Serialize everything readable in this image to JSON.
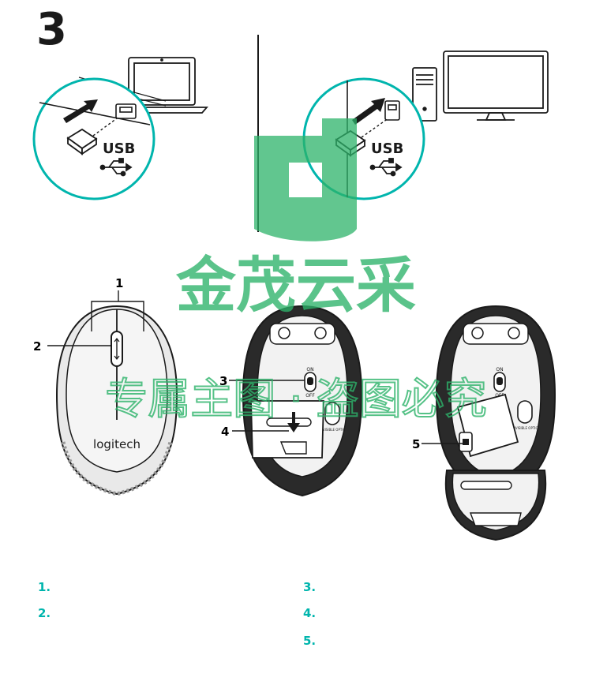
{
  "step_number": "3",
  "usb_label": "USB",
  "brand_logo": "logitech",
  "switch_on": "ON",
  "switch_off": "OFF",
  "sensor_text": "INVISIBLE OPTIC",
  "callouts": [
    "1",
    "2",
    "3",
    "4",
    "5"
  ],
  "legend": [
    {
      "num": "1.",
      "text": ""
    },
    {
      "num": "2.",
      "text": ""
    },
    {
      "num": "3.",
      "text": ""
    },
    {
      "num": "4.",
      "text": ""
    },
    {
      "num": "5.",
      "text": ""
    }
  ],
  "watermark": {
    "line1": "金茂云采",
    "line2": "专属主图 · 盗图必究"
  },
  "colors": {
    "accent": "#00b5ad",
    "ink": "#1a1a1a",
    "watermark": "#2db36a"
  }
}
